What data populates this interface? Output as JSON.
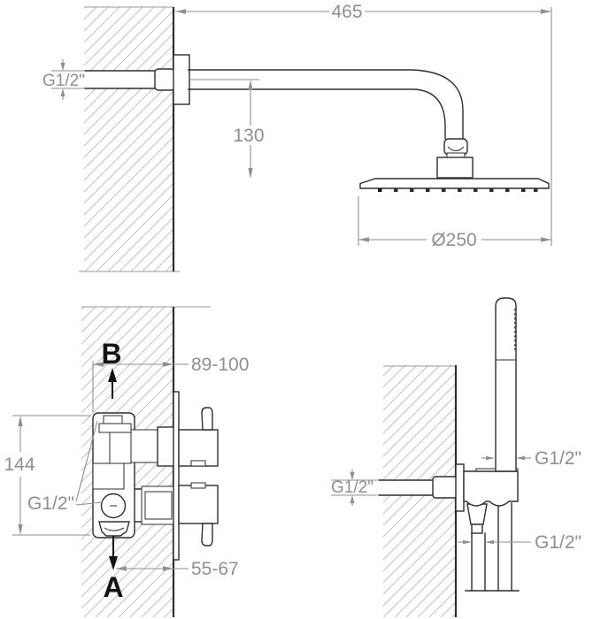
{
  "figure": {
    "kind": "technical installation drawing - concealed shower set",
    "colors": {
      "object_line": "#2e2e2e",
      "dimension": "#8f8f8f",
      "hatch": "#c2c2c2",
      "label": "#141414",
      "background": "#ffffff"
    },
    "top_view": {
      "arm_length": "465",
      "drop_height": "130",
      "head_diameter": "Ø250",
      "wall_thread": "G1/2\""
    },
    "valve_view": {
      "mount_depth": "89-100",
      "body_height": "144",
      "thread": "G1/2\"",
      "outlet_offset": "55-67",
      "outlet_top_label": "B",
      "outlet_bottom_label": "A"
    },
    "hand_shower_view": {
      "supply_thread": "G1/2\"",
      "handle_thread": "G1/2\"",
      "hose_thread": "G1/2\""
    }
  }
}
